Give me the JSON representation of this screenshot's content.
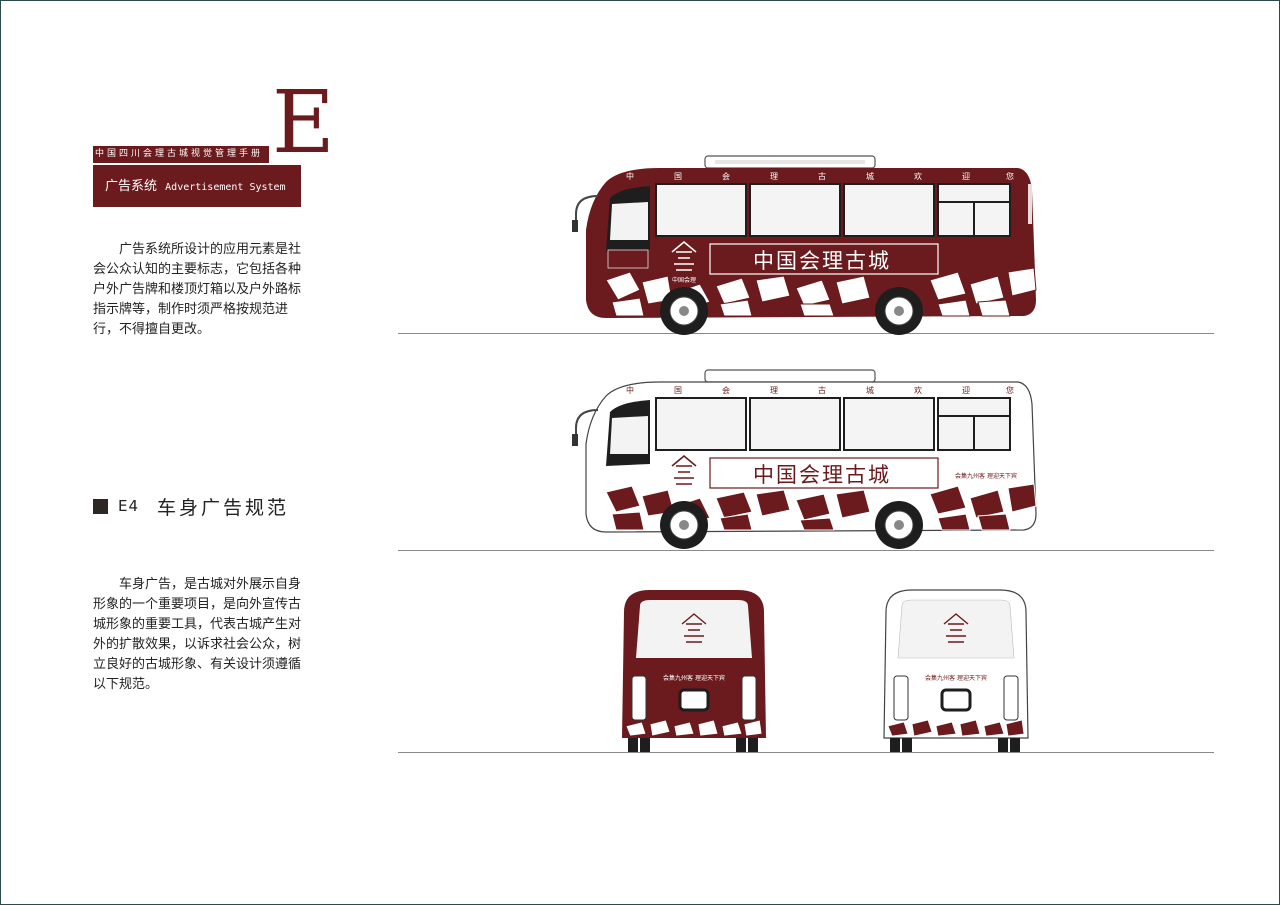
{
  "manual": {
    "letter": "E",
    "manual_title": "中国四川会理古城视觉管理手册",
    "section_cn": "广告系统",
    "section_en": "Advertisement System"
  },
  "intro_paragraph": "广告系统所设计的应用元素是社会公众认知的主要标志，它包括各种户外广告牌和楼顶灯箱以及户外路标指示牌等，制作时须严格按规范进行，不得擅自更改。",
  "heading": {
    "code": "E4",
    "title": "车身广告规范"
  },
  "body_paragraph": "车身广告，是古城对外展示自身形象的一个重要项目，是向外宣传古城形象的重要工具，代表古城产生对外的扩散效果，以诉求社会公众，树立良好的古城形象、有关设计须遵循以下规范。",
  "bus": {
    "roof_text": [
      "中",
      "国",
      "会",
      "理",
      "古",
      "城",
      "欢",
      "迎",
      "您"
    ],
    "banner_text": "中国会理古城",
    "slogan": "会集九州客  理迎天下宾",
    "logo_caption": "中国会理"
  },
  "colors": {
    "brand": "#6b1a1d",
    "dark": "#2d2624"
  }
}
